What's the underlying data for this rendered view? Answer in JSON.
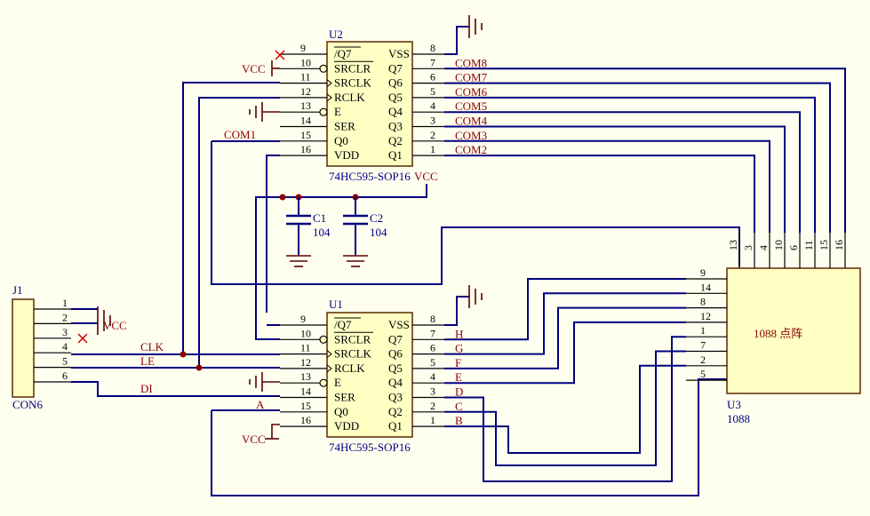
{
  "u2": {
    "designator": "U2",
    "part": "74HC595-SOP16",
    "left_pins": [
      {
        "num": "9",
        "name": "/Q7"
      },
      {
        "num": "10",
        "name": "SRCLR"
      },
      {
        "num": "11",
        "name": "SRCLK"
      },
      {
        "num": "12",
        "name": "RCLK"
      },
      {
        "num": "13",
        "name": "E"
      },
      {
        "num": "14",
        "name": "SER"
      },
      {
        "num": "15",
        "name": "Q0"
      },
      {
        "num": "16",
        "name": "VDD"
      }
    ],
    "right_pins": [
      {
        "num": "8",
        "name": "VSS"
      },
      {
        "num": "7",
        "name": "Q7"
      },
      {
        "num": "6",
        "name": "Q6"
      },
      {
        "num": "5",
        "name": "Q5"
      },
      {
        "num": "4",
        "name": "Q4"
      },
      {
        "num": "3",
        "name": "Q3"
      },
      {
        "num": "2",
        "name": "Q2"
      },
      {
        "num": "1",
        "name": "Q1"
      }
    ],
    "net_labels": [
      "",
      "COM8",
      "COM7",
      "COM6",
      "COM5",
      "COM4",
      "COM3",
      "COM2"
    ],
    "vcc_label": "VCC",
    "com1_label": "COM1"
  },
  "u1": {
    "designator": "U1",
    "part": "74HC595-SOP16",
    "left_pins": [
      {
        "num": "9",
        "name": "/Q7"
      },
      {
        "num": "10",
        "name": "SRCLR"
      },
      {
        "num": "11",
        "name": "SRCLK"
      },
      {
        "num": "12",
        "name": "RCLK"
      },
      {
        "num": "13",
        "name": "E"
      },
      {
        "num": "14",
        "name": "SER"
      },
      {
        "num": "15",
        "name": "Q0"
      },
      {
        "num": "16",
        "name": "VDD"
      }
    ],
    "right_pins": [
      {
        "num": "8",
        "name": "VSS"
      },
      {
        "num": "7",
        "name": "Q7"
      },
      {
        "num": "6",
        "name": "Q6"
      },
      {
        "num": "5",
        "name": "Q5"
      },
      {
        "num": "4",
        "name": "Q4"
      },
      {
        "num": "3",
        "name": "Q3"
      },
      {
        "num": "2",
        "name": "Q2"
      },
      {
        "num": "1",
        "name": "Q1"
      }
    ],
    "net_labels": [
      "",
      "H",
      "G",
      "F",
      "E",
      "D",
      "C",
      "B"
    ],
    "a_label": "A",
    "vcc_label": "VCC"
  },
  "caps": {
    "vcc_label": "VCC",
    "c1": {
      "name": "C1",
      "value": "104"
    },
    "c2": {
      "name": "C2",
      "value": "104"
    }
  },
  "j1": {
    "designator": "J1",
    "part": "CON6",
    "pins": [
      "1",
      "2",
      "3",
      "4",
      "5",
      "6"
    ],
    "vcc_label": "VCC",
    "clk_label": "CLK",
    "le_label": "LE",
    "di_label": "DI"
  },
  "u3": {
    "designator": "U3",
    "part": "1088",
    "body_label": "1088 点阵",
    "top_pins": [
      "13",
      "3",
      "4",
      "10",
      "6",
      "11",
      "15",
      "16"
    ],
    "left_pins": [
      "9",
      "14",
      "8",
      "12",
      "1",
      "7",
      "2",
      "5"
    ]
  }
}
